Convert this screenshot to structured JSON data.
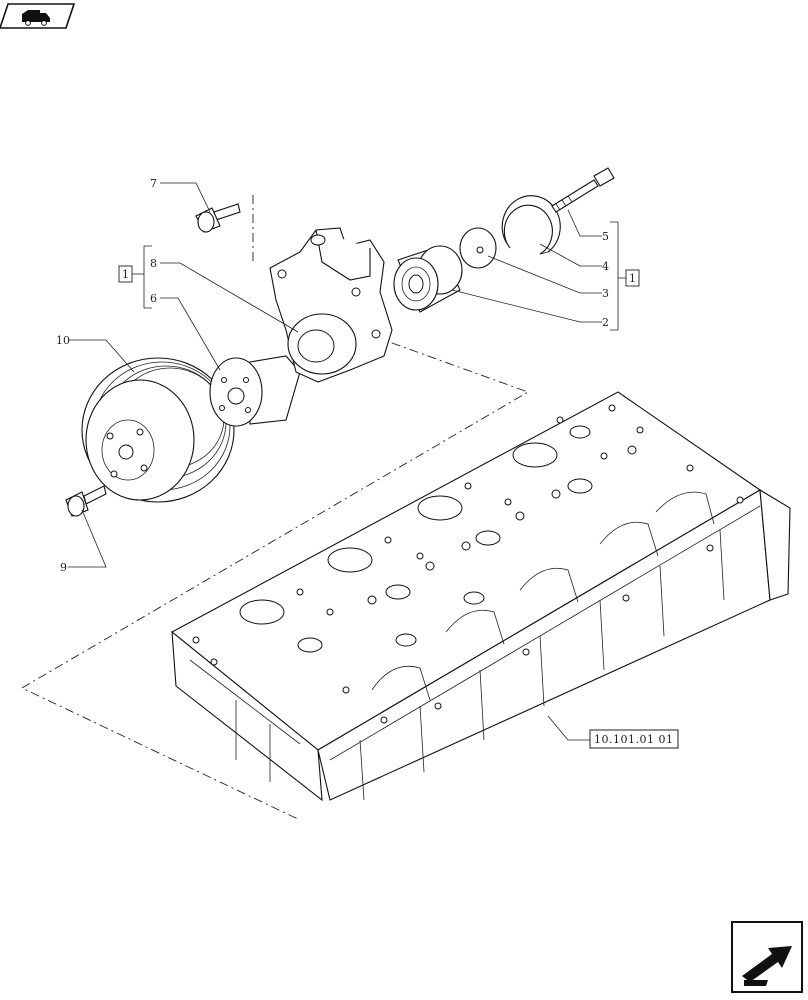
{
  "diagram": {
    "callouts": [
      {
        "id": "c1",
        "label": "1"
      },
      {
        "id": "c2",
        "label": "2"
      },
      {
        "id": "c3",
        "label": "3"
      },
      {
        "id": "c4",
        "label": "4"
      },
      {
        "id": "c5",
        "label": "5"
      },
      {
        "id": "c6",
        "label": "6"
      },
      {
        "id": "c7",
        "label": "7"
      },
      {
        "id": "c8",
        "label": "8"
      },
      {
        "id": "c9",
        "label": "9"
      },
      {
        "id": "c10",
        "label": "10"
      }
    ],
    "group_labels": {
      "left": "1",
      "right": "1"
    },
    "reference": "10.101.01 01"
  },
  "icons": {
    "top_left": "truck-nav-icon",
    "bottom_right": "next-page-arrow-icon"
  },
  "colors": {
    "line": "#111111",
    "background": "#ffffff"
  }
}
